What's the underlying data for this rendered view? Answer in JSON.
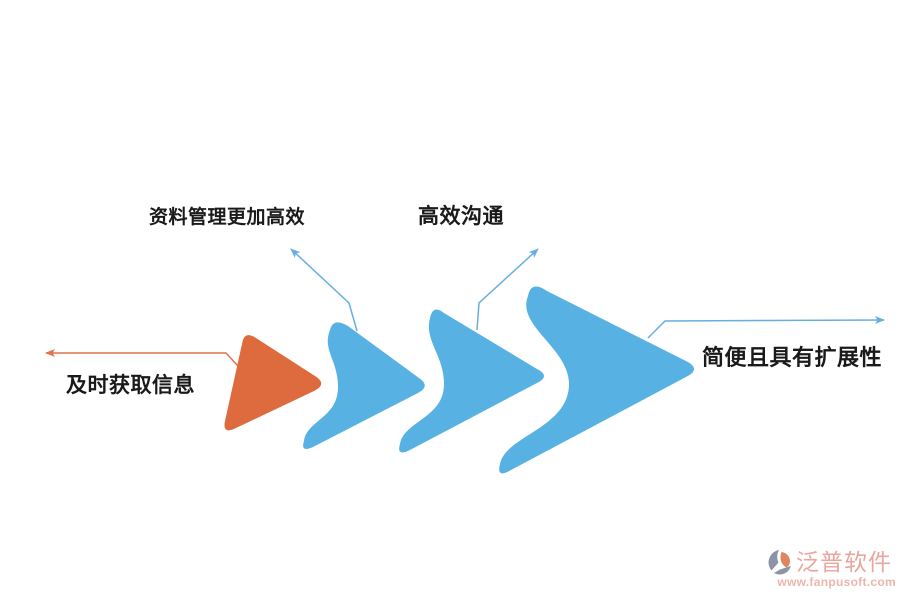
{
  "diagram": {
    "title_hint": "chevron-process-diagram",
    "labels": {
      "timely_info": "及时获取信息",
      "data_management": "资料管理更加高效",
      "communication": "高效沟通",
      "extensible": "简便且具有扩展性"
    },
    "steps": [
      {
        "shape": "triangle",
        "color_key": "orange_shape",
        "label": "及时获取信息"
      },
      {
        "shape": "chevron",
        "color_key": "blue_shape",
        "label": "资料管理更加高效"
      },
      {
        "shape": "chevron",
        "color_key": "blue_shape",
        "label": "高效沟通"
      },
      {
        "shape": "chevron",
        "color_key": "blue_shape",
        "label": "简便且具有扩展性"
      }
    ],
    "colors": {
      "orange_shape": "#DD6B3D",
      "blue_shape": "#57B2E3",
      "orange_line": "#E0714A",
      "blue_line": "#66AEE0",
      "label_text": "#1A1A1A"
    }
  },
  "watermark": {
    "brand": "泛普软件",
    "url": "www.fanpusoft.com",
    "brand_color": "#E8A69E",
    "url_color": "#EDB5AC",
    "icon_gray": "#8C94A5",
    "icon_orange": "#DD8660"
  }
}
